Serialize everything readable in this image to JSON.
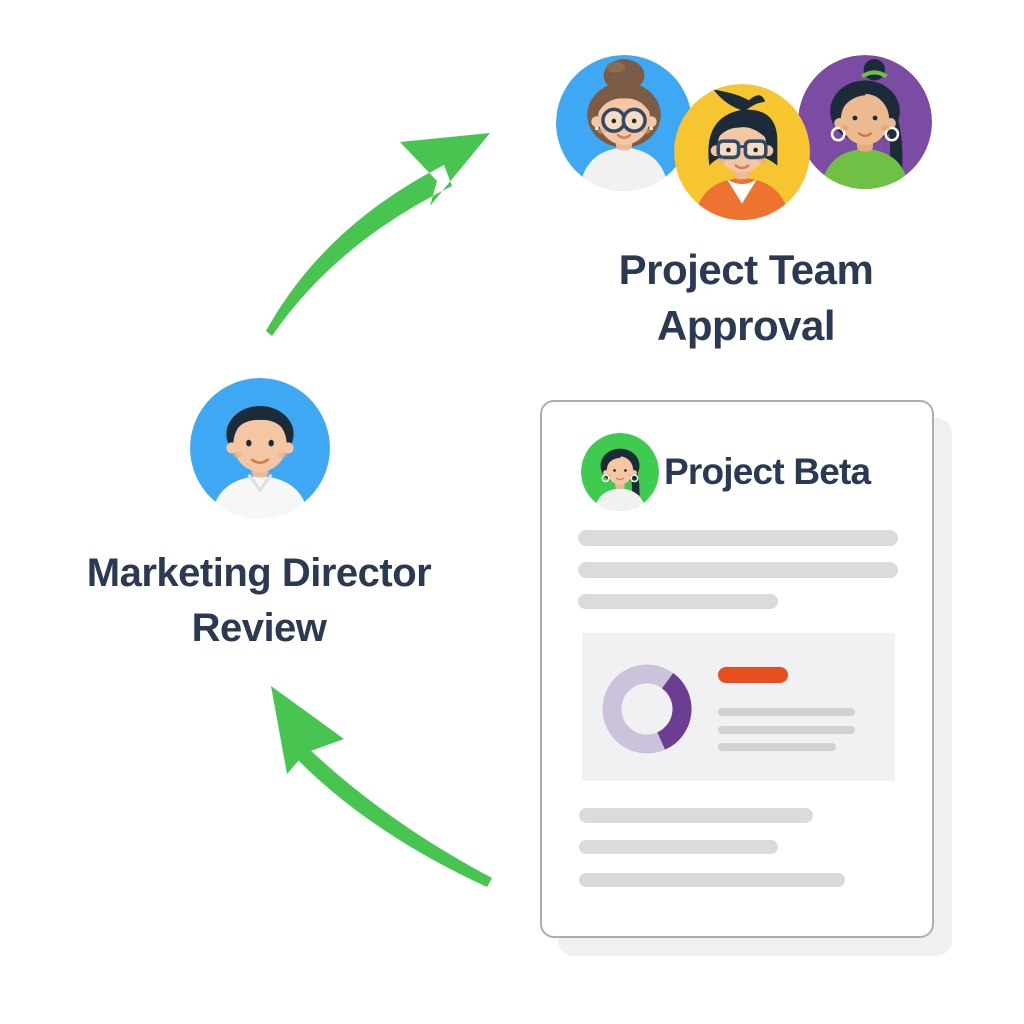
{
  "illustration": {
    "description": "Approval workflow illustration",
    "background": "#FFFFFF"
  },
  "palette": {
    "arrow_green": "#47C550",
    "label_navy": "#2B3A52",
    "avatar_blue": "#3EA8F4",
    "avatar_yellow": "#F6C52F",
    "avatar_purple": "#7C4BA4",
    "avatar_green": "#3ECB4F",
    "card_border": "#AEAEAE",
    "card_back": "#F0F0F0",
    "placeholder_gray": "#DBDBDB",
    "panel_gray": "#F1F1F3",
    "donut_light": "#CDC2DC",
    "donut_dark": "#6C3E92",
    "accent_orange": "#E84E1D"
  },
  "team_node": {
    "label_line1": "Project Team",
    "label_line2": "Approval",
    "avatars": [
      {
        "name": "woman-bun-glasses-avatar",
        "background": "#3EA8F4"
      },
      {
        "name": "person-spiky-hair-glasses-avatar",
        "background": "#F6C52F"
      },
      {
        "name": "woman-ponytail-avatar",
        "background": "#7C4BA4"
      }
    ]
  },
  "review_node": {
    "label_line1": "Marketing Director",
    "label_line2": "Review",
    "avatar": {
      "name": "man-short-hair-avatar",
      "background": "#3EA8F4"
    }
  },
  "document_node": {
    "title": "Project Beta",
    "avatar": {
      "name": "woman-braid-avatar",
      "background": "#3ECB4F"
    },
    "chart": {
      "type": "donut",
      "segments": [
        {
          "label": "light",
          "color": "#CDC2DC",
          "percent": 67
        },
        {
          "label": "dark",
          "color": "#6C3E92",
          "percent": 33
        }
      ]
    }
  },
  "arrows": [
    {
      "name": "arrow-review-to-team",
      "direction": "up-right",
      "color": "#47C550"
    },
    {
      "name": "arrow-document-to-review",
      "direction": "up-left",
      "color": "#47C550"
    }
  ]
}
